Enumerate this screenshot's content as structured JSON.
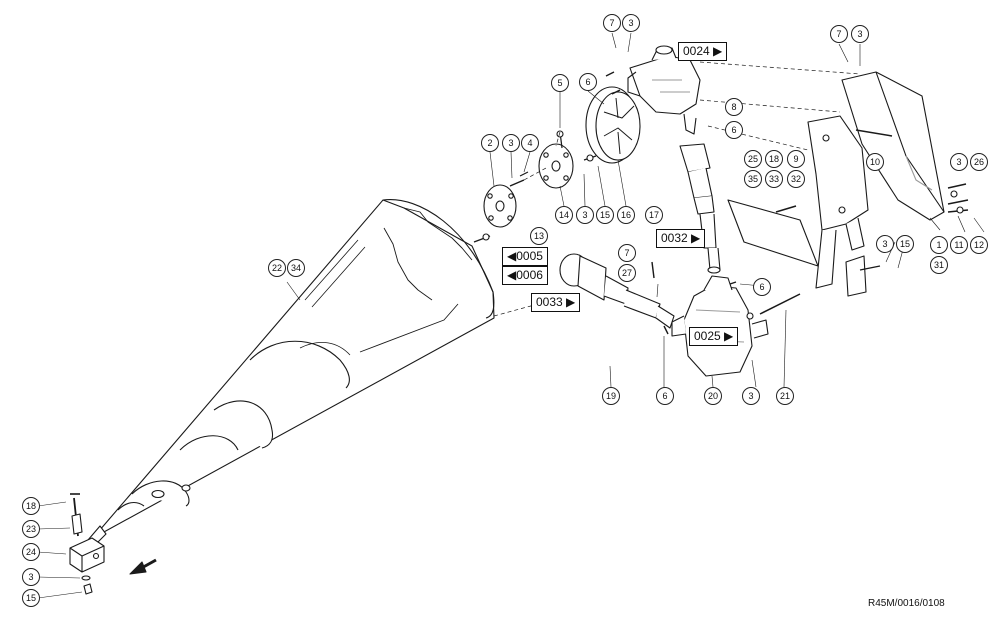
{
  "callouts": [
    {
      "id": "c-7a",
      "label": "7"
    },
    {
      "id": "c-3a",
      "label": "3"
    },
    {
      "id": "c-7b",
      "label": "7"
    },
    {
      "id": "c-3b",
      "label": "3"
    },
    {
      "id": "c-5",
      "label": "5"
    },
    {
      "id": "c-6a",
      "label": "6"
    },
    {
      "id": "c-8",
      "label": "8"
    },
    {
      "id": "c-6b",
      "label": "6"
    },
    {
      "id": "c-2",
      "label": "2"
    },
    {
      "id": "c-3c",
      "label": "3"
    },
    {
      "id": "c-4",
      "label": "4"
    },
    {
      "id": "c-25",
      "label": "25"
    },
    {
      "id": "c-18a",
      "label": "18"
    },
    {
      "id": "c-9",
      "label": "9"
    },
    {
      "id": "c-35",
      "label": "35"
    },
    {
      "id": "c-33",
      "label": "33"
    },
    {
      "id": "c-32",
      "label": "32"
    },
    {
      "id": "c-10",
      "label": "10"
    },
    {
      "id": "c-3d",
      "label": "3"
    },
    {
      "id": "c-26",
      "label": "26"
    },
    {
      "id": "c-14",
      "label": "14"
    },
    {
      "id": "c-3e",
      "label": "3"
    },
    {
      "id": "c-15a",
      "label": "15"
    },
    {
      "id": "c-16",
      "label": "16"
    },
    {
      "id": "c-17",
      "label": "17"
    },
    {
      "id": "c-13",
      "label": "13"
    },
    {
      "id": "c-3f",
      "label": "3"
    },
    {
      "id": "c-15b",
      "label": "15"
    },
    {
      "id": "c-11",
      "label": "11"
    },
    {
      "id": "c-12",
      "label": "12"
    },
    {
      "id": "c-1",
      "label": "1"
    },
    {
      "id": "c-31",
      "label": "31"
    },
    {
      "id": "c-22",
      "label": "22"
    },
    {
      "id": "c-34",
      "label": "34"
    },
    {
      "id": "c-7c",
      "label": "7"
    },
    {
      "id": "c-27",
      "label": "27"
    },
    {
      "id": "c-6c",
      "label": "6"
    },
    {
      "id": "c-19",
      "label": "19"
    },
    {
      "id": "c-6d",
      "label": "6"
    },
    {
      "id": "c-20",
      "label": "20"
    },
    {
      "id": "c-3g",
      "label": "3"
    },
    {
      "id": "c-21",
      "label": "21"
    },
    {
      "id": "c-18b",
      "label": "18"
    },
    {
      "id": "c-23",
      "label": "23"
    },
    {
      "id": "c-24",
      "label": "24"
    },
    {
      "id": "c-3h",
      "label": "3"
    },
    {
      "id": "c-15c",
      "label": "15"
    }
  ],
  "references": [
    {
      "id": "r-0024",
      "label": "0024 ▶"
    },
    {
      "id": "r-0032",
      "label": "0032 ▶"
    },
    {
      "id": "r-0005",
      "label": "◀0005"
    },
    {
      "id": "r-0006",
      "label": "◀0006"
    },
    {
      "id": "r-0033",
      "label": "0033 ▶"
    },
    {
      "id": "r-0025",
      "label": "0025 ▶"
    }
  ],
  "drawing_code": "R45M/0016/0108",
  "colors": {
    "line": "#1a1a1a",
    "shade": "#9a9a9a",
    "background": "#ffffff"
  }
}
